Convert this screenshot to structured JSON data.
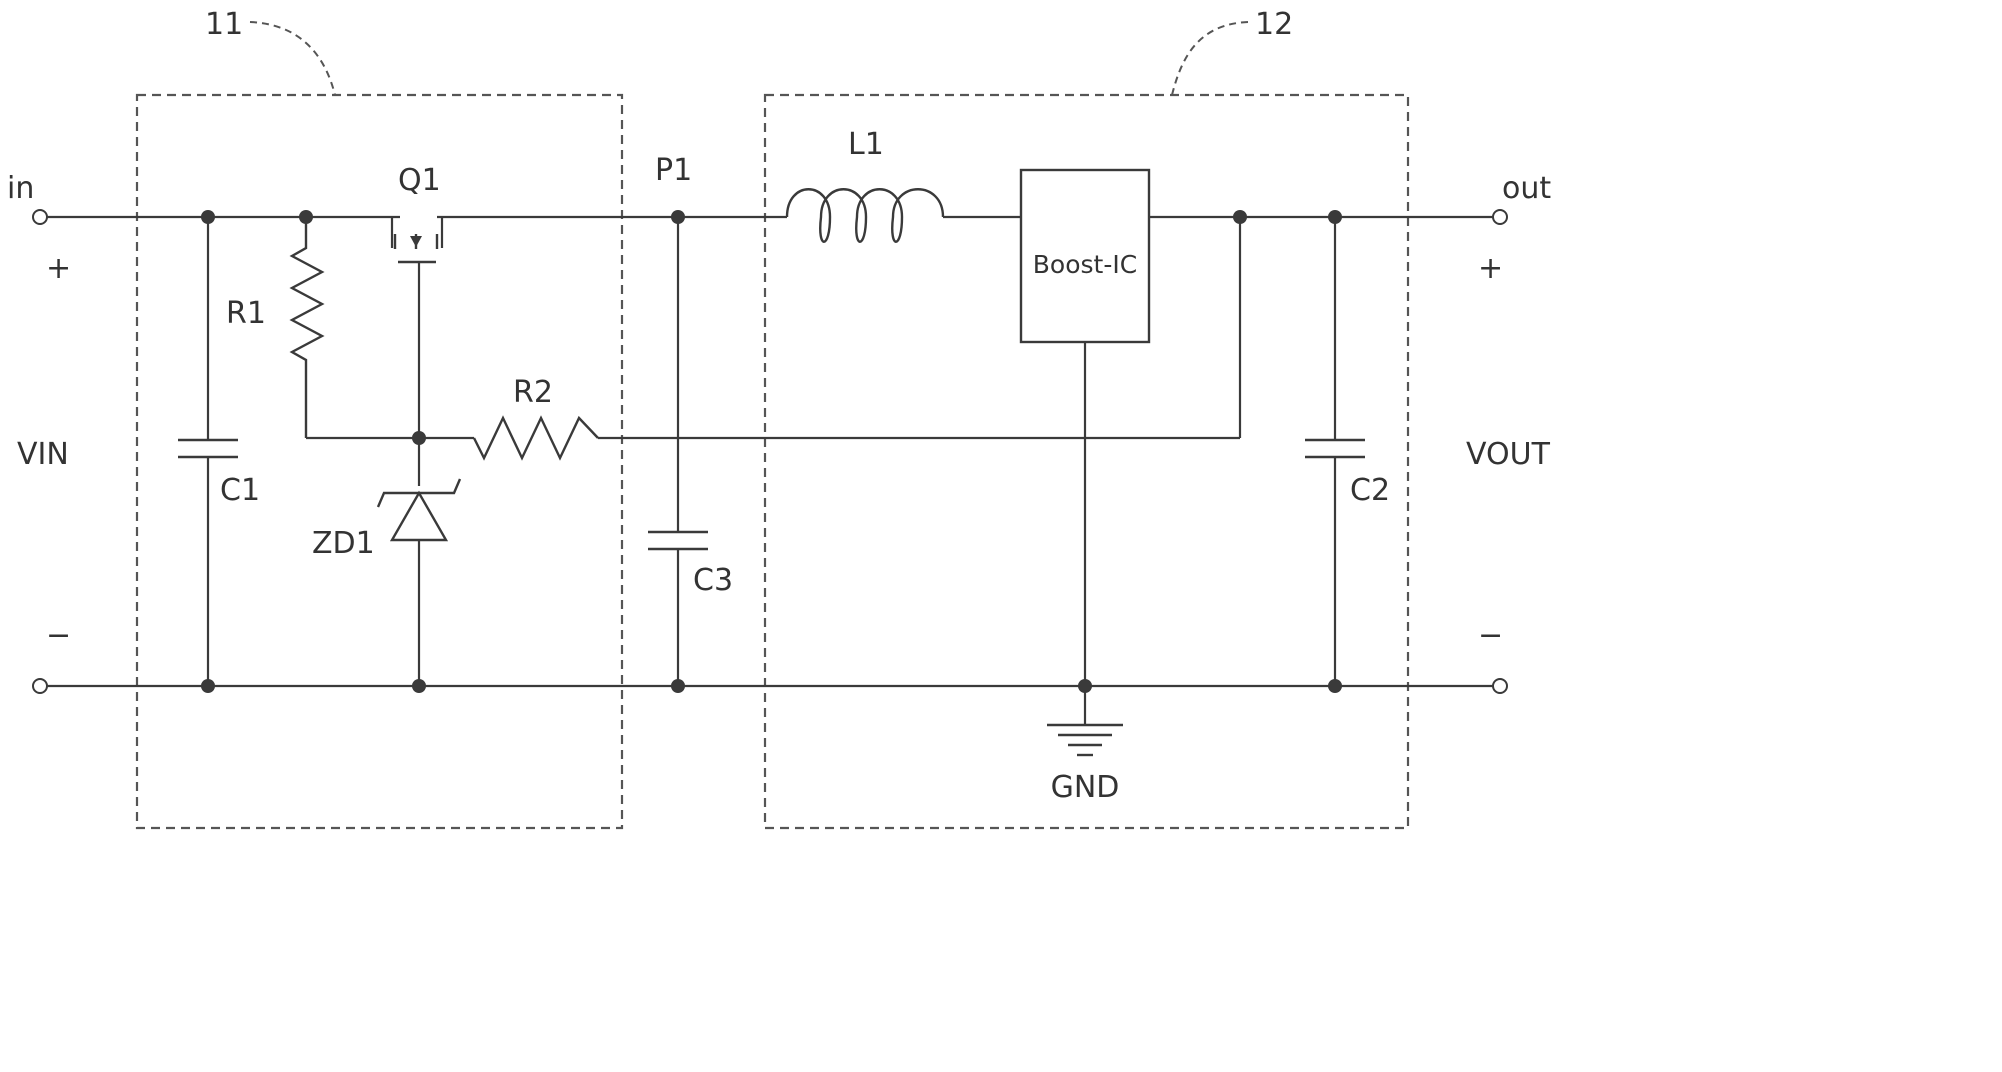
{
  "blocks": {
    "block_a": "11",
    "block_b": "12"
  },
  "terminals": {
    "input": "in",
    "input_plus": "+",
    "input_minus": "−",
    "input_voltage": "VIN",
    "output": "out",
    "output_plus": "+",
    "output_minus": "−",
    "output_voltage": "VOUT"
  },
  "components": {
    "q1": "Q1",
    "r1": "R1",
    "r2": "R2",
    "c1": "C1",
    "c2": "C2",
    "c3": "C3",
    "zd1": "ZD1",
    "l1": "L1",
    "boost_ic": "Boost-IC"
  },
  "nodes": {
    "p1": "P1",
    "ground": "GND"
  }
}
